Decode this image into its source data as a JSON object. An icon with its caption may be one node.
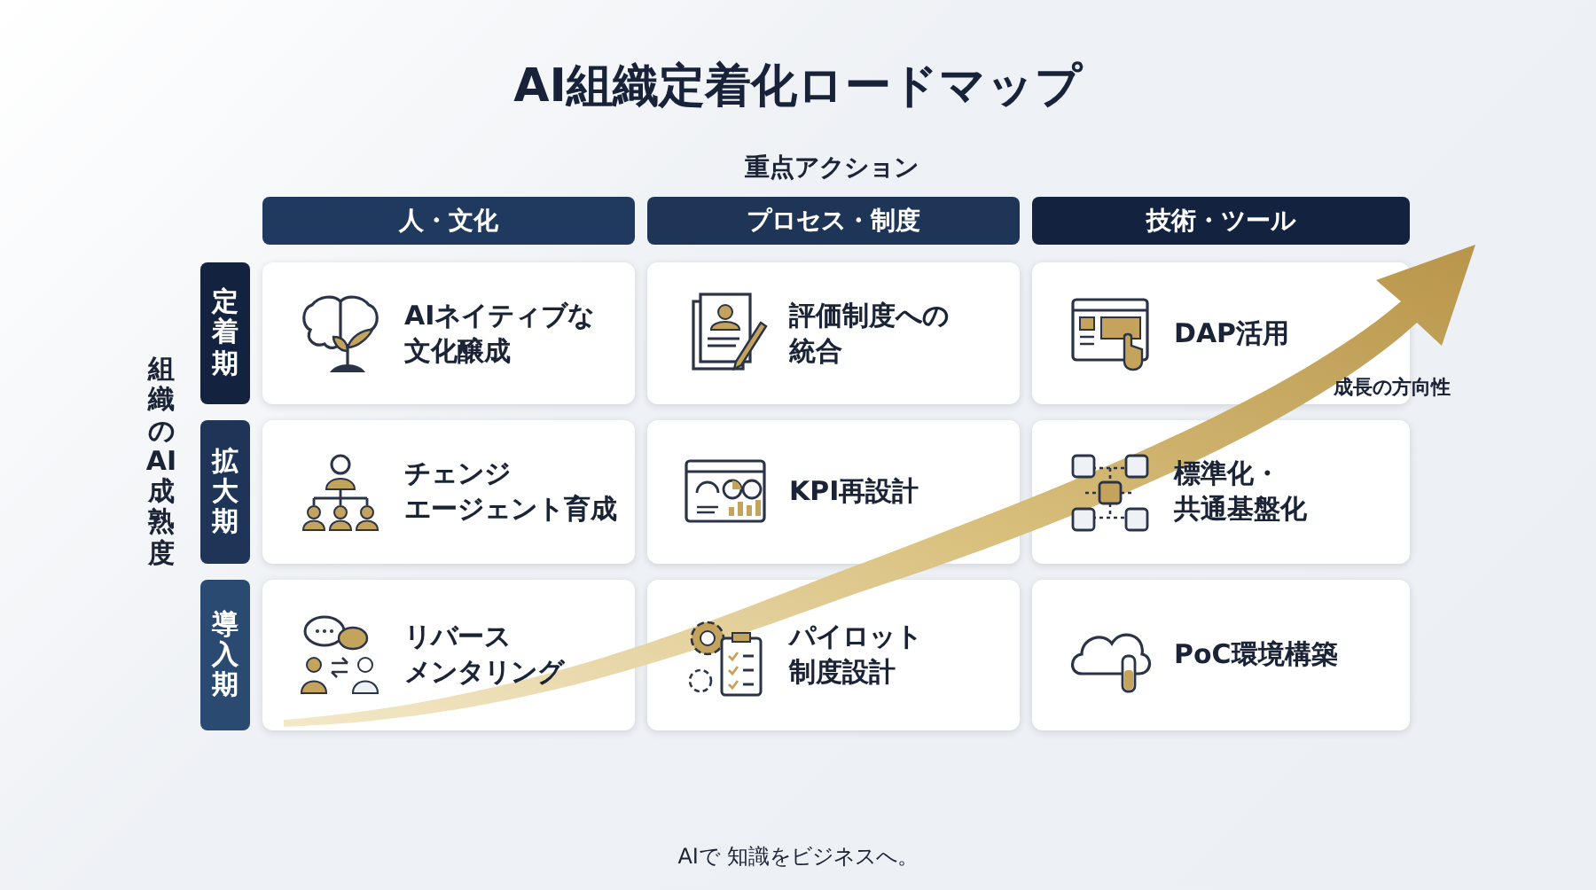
{
  "diagram": {
    "title": "AI組織定着化ロードマップ",
    "nodes": [
      {
        "text": [
          "人・文化"
        ]
      },
      {
        "text": [
          "プロセス・制度"
        ]
      },
      {
        "text": [
          "技術・ツール"
        ]
      },
      {
        "text": [
          "定着期"
        ]
      },
      {
        "text": [
          "拡大期"
        ]
      },
      {
        "text": [
          "導入期"
        ]
      },
      {
        "text": [
          "AIネイティブな文化醸成"
        ]
      },
      {
        "text": [
          "評価制度への統合"
        ]
      },
      {
        "text": [
          "DAP活用"
        ]
      },
      {
        "text": [
          "チェンジエージェント育成"
        ]
      },
      {
        "text": [
          "KPI再設計"
        ]
      },
      {
        "text": [
          "標準化・共通基盤化"
        ]
      },
      {
        "text": [
          "リバースメンタリング"
        ]
      },
      {
        "text": [
          "パイロット制度設計"
        ]
      },
      {
        "text": [
          "PoC環境構築"
        ]
      }
    ],
    "labels": [
      "重点アクション",
      "組織のAI成熟度",
      "成長の方向性",
      "AIで 知識をビジネスへ。"
    ]
  }
}
